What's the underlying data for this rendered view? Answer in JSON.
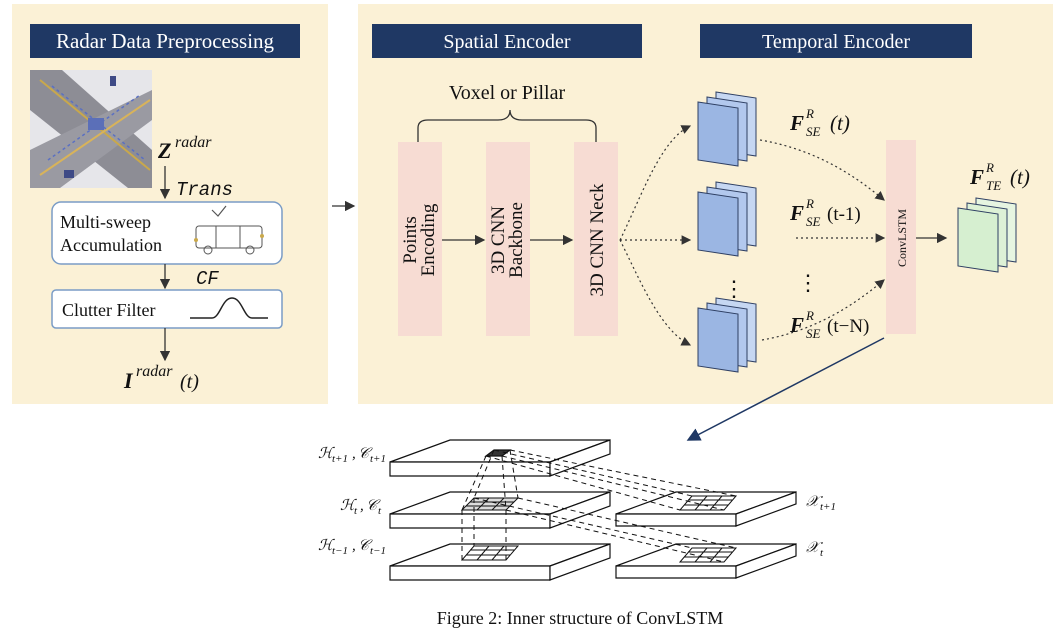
{
  "colors": {
    "panel_bg": "#fbf1d6",
    "header_bg": "#1f3864",
    "header_text": "#ffffff",
    "encoder_block": "#f7dcd3",
    "feature_map": "#9bb6e3",
    "feature_map_out": "#d6efd0",
    "box_border": "#7a9cc6",
    "arrow": "#333333",
    "callout_arrow": "#1f3864"
  },
  "preprocessing": {
    "title": "Radar Data Preprocessing",
    "z_symbol": "Z",
    "z_sup": "radar",
    "trans_label": "Trans",
    "accumulation_line1": "Multi-sweep",
    "accumulation_line2": "Accumulation",
    "cf_label": "CF",
    "clutter_label": "Clutter Filter",
    "i_symbol": "I",
    "i_sup": "radar",
    "i_arg": "(t)"
  },
  "spatial": {
    "title": "Spatial Encoder",
    "voxel_label": "Voxel or Pillar",
    "block1_line1": "Points",
    "block1_line2": "Encoding",
    "block2_line1": "3D CNN",
    "block2_line2": "Backbone",
    "block3": "3D CNN Neck"
  },
  "temporal": {
    "title": "Temporal Encoder",
    "f_symbol": "F",
    "f_sup": "R",
    "f_sub": "SE",
    "arg_t": "(t)",
    "arg_t1": "(t-1)",
    "arg_tn": "(t−N)",
    "dots": "⋮",
    "convlstm": "ConvLSTM",
    "out_sub": "TE",
    "out_arg": "(t)"
  },
  "convlstm_detail": {
    "h_next": "ℋ",
    "h_next_sub": "t+1",
    "c_next": "𝒞",
    "h_cur": "ℋ",
    "h_cur_sub": "t",
    "h_prev_sub": "t−1",
    "x_symbol": "𝒳",
    "x_next_sub": "t+1",
    "x_cur_sub": "t",
    "sep": ","
  },
  "caption": "Figure 2: Inner structure of ConvLSTM"
}
